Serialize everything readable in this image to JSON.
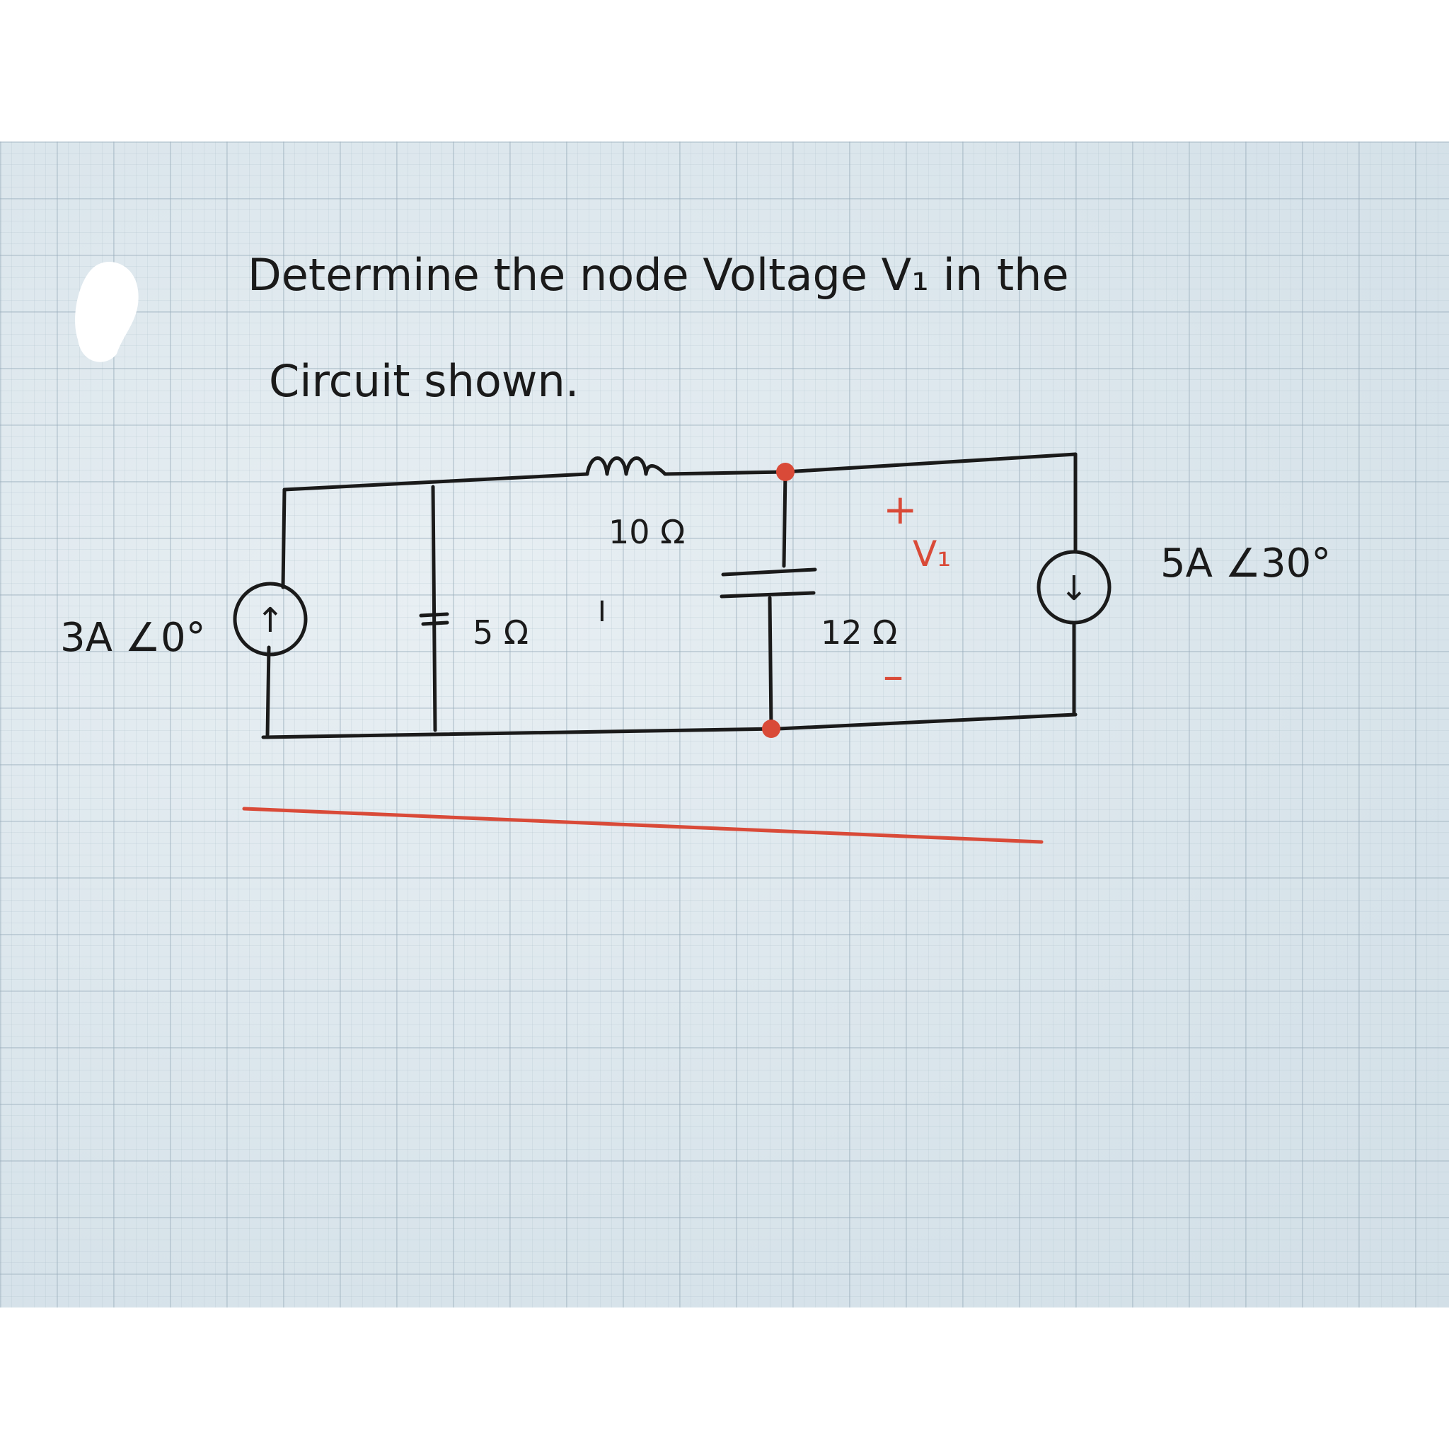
{
  "problem": {
    "line1": "Determine the node Voltage V₁ in the",
    "line2": "Circuit shown."
  },
  "components": {
    "source_left_label": "3A ∠0°",
    "source_left_arrow": "↑",
    "source_right_label": "5A ∠30°",
    "source_right_arrow": "↓",
    "inductor_label": "10 Ω",
    "capacitor_label": "5 Ω",
    "resistor_label": "12 Ω",
    "cursor": "I"
  },
  "voltage": {
    "plus": "+",
    "name": "V₁",
    "minus": "–"
  },
  "colors": {
    "ink": "#1a1a1a",
    "red": "#d94a38",
    "paper": "#dde8ee"
  }
}
